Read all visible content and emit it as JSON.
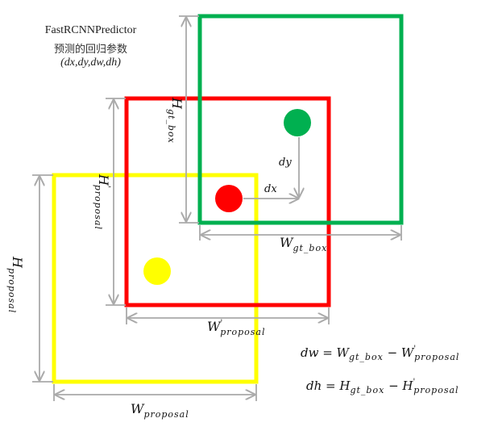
{
  "header": {
    "title": "FastRCNNPredictor",
    "subtitle": "预测的回归参数",
    "params": "(dx,dy,dw,dh)"
  },
  "boxes": {
    "proposal": {
      "color": "#ffff00"
    },
    "proposal_prime": {
      "color": "#ff0000"
    },
    "gt_box": {
      "color": "#00b050"
    }
  },
  "dots": {
    "yellow": "#ffff00",
    "red": "#ff0000",
    "green": "#00b050"
  },
  "labels": {
    "h_proposal_main": "H",
    "h_proposal_sub": "proposal",
    "h_prime_main": "H",
    "h_prime_sup": "'",
    "h_prime_sub": "proposal",
    "h_gt_main": "H",
    "h_gt_sub": "gt_box",
    "w_proposal_main": "W",
    "w_proposal_sub": "proposal",
    "w_prime_main": "W",
    "w_prime_sup": "'",
    "w_prime_sub": "proposal",
    "w_gt_main": "W",
    "w_gt_sub": "gt_box",
    "dx": "dx",
    "dy": "dy"
  },
  "formulas": {
    "dw": {
      "lhs": "dw = W",
      "sub1": "gt_box",
      "mid": " − W",
      "sup": "'",
      "sub2": "proposal"
    },
    "dh": {
      "lhs": "dh = H",
      "sub1": "gt_box",
      "mid": " − H",
      "sup": "'",
      "sub2": "proposal"
    }
  },
  "dimension_line_color": "#aaaaaa"
}
